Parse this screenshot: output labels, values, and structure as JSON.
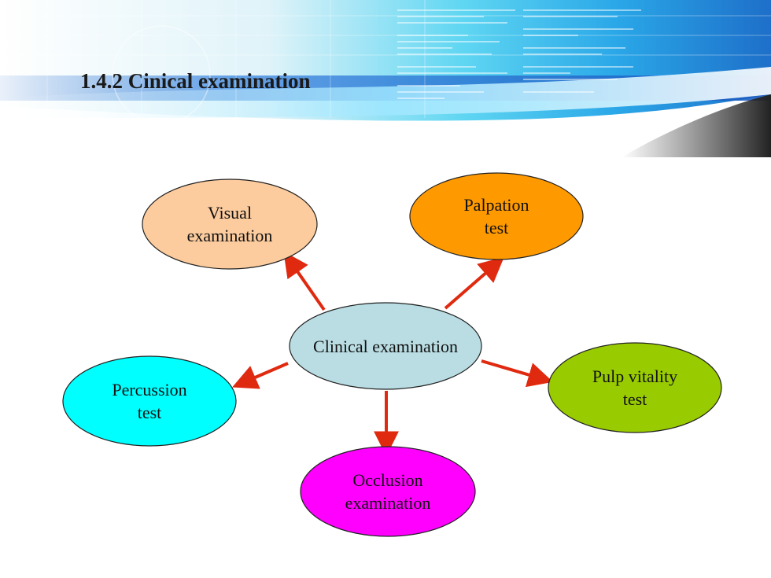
{
  "slide": {
    "title": "1.4.2 Cinical examination"
  },
  "diagram": {
    "center": {
      "label": "Clinical examination",
      "color": "#b9dde3"
    },
    "nodes": [
      {
        "id": "visual",
        "label": "Visual\nexamination",
        "color": "#fccc9e"
      },
      {
        "id": "palpation",
        "label": "Palpation\ntest",
        "color": "#ff9900"
      },
      {
        "id": "percussion",
        "label": "Percussion\ntest",
        "color": "#00ffff"
      },
      {
        "id": "pulp",
        "label": "Pulp vitality\ntest",
        "color": "#99cc00"
      },
      {
        "id": "occlusion",
        "label": "Occlusion\nexamination",
        "color": "#ff00ff"
      }
    ],
    "arrow_color": "#e02a10"
  }
}
